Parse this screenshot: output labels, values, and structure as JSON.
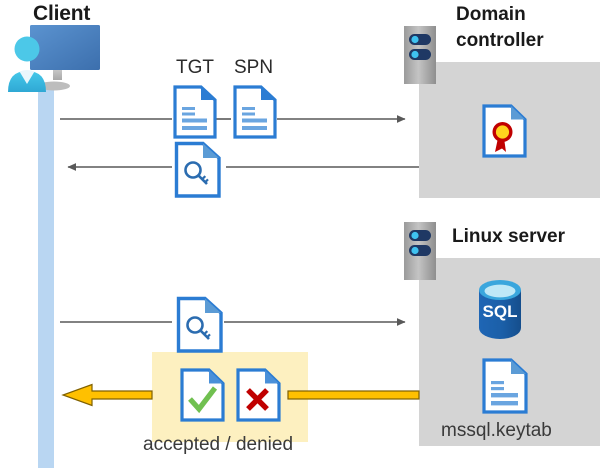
{
  "diagram": {
    "title_client": "Client",
    "title_domain_controller_line1": "Domain",
    "title_domain_controller_line2": "controller",
    "title_linux_server": "Linux server",
    "label_tgt": "TGT",
    "label_spn": "SPN",
    "label_keytab": "mssql.keytab",
    "label_accepted_denied": "accepted / denied",
    "icons": {
      "client": "user-at-monitor-icon",
      "server_dc": "server-rack-icon",
      "server_linux": "server-rack-icon",
      "certificate": "certificate-document-icon",
      "database": "sql-database-icon",
      "keytab_document": "text-document-icon",
      "tgt_document": "text-document-icon",
      "spn_document": "text-document-icon",
      "ticket_key_upper": "key-document-icon",
      "ticket_key_lower": "key-document-icon",
      "accepted_document": "check-document-icon",
      "denied_document": "x-document-icon"
    },
    "flows": [
      {
        "name": "client-to-dc-request",
        "direction": "right",
        "style": "thin-gray",
        "carries": [
          "TGT",
          "SPN"
        ]
      },
      {
        "name": "dc-to-client-ticket",
        "direction": "left",
        "style": "thin-gray",
        "carries": [
          "service ticket"
        ]
      },
      {
        "name": "client-to-linux-ticket",
        "direction": "right",
        "style": "thin-gray",
        "carries": [
          "service ticket"
        ]
      },
      {
        "name": "linux-to-client-result",
        "direction": "left",
        "style": "thick-yellow",
        "carries": [
          "accepted / denied"
        ]
      }
    ],
    "colors": {
      "lifeline": "#b9d6f2",
      "panel_gray": "#d4d4d4",
      "highlight_yellow": "#fdf0c0",
      "arrow_gray": "#595959",
      "arrow_yellow": "#ffc000",
      "arrow_yellow_outline": "#7f6000",
      "doc_blue": "#2b7cd3",
      "accent_green": "#70c050",
      "accent_red": "#c00000",
      "cert_gold": "#ffd21e",
      "sql_blue": "#1b5fa8",
      "monitor_blue": "#4a7ebb",
      "person_cyan": "#3fc2e8"
    }
  }
}
